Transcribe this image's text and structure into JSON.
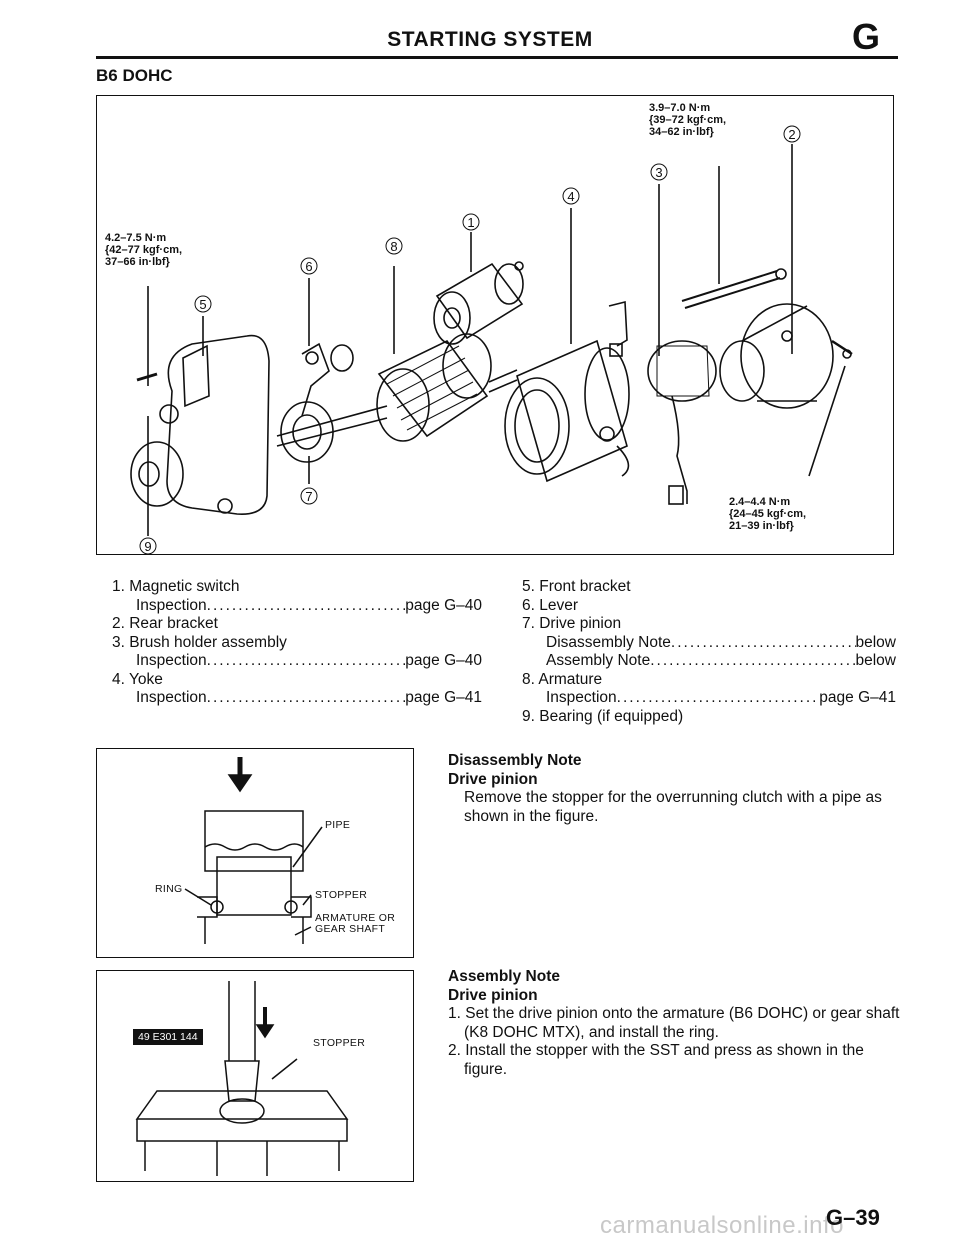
{
  "header": {
    "title": "STARTING SYSTEM",
    "section_letter": "G"
  },
  "section_label": "B6 DOHC",
  "figure": {
    "torques": [
      "3.9–7.0 N·m\n{39–72 kgf·cm,\n34–62 in·lbf}",
      "4.2–7.5 N·m\n{42–77 kgf·cm,\n37–66 in·lbf}",
      "2.4–4.4 N·m\n{24–45 kgf·cm,\n21–39 in·lbf}"
    ],
    "callouts": [
      "1",
      "2",
      "3",
      "4",
      "5",
      "6",
      "7",
      "8",
      "9"
    ]
  },
  "parts_left": [
    {
      "label": "1. Magnetic switch"
    },
    {
      "sub": "Inspection",
      "ref": "page G–40"
    },
    {
      "label": "2. Rear bracket"
    },
    {
      "label": "3. Brush holder assembly"
    },
    {
      "sub": "Inspection",
      "ref": "page G–40"
    },
    {
      "label": "4. Yoke"
    },
    {
      "sub": "Inspection",
      "ref": "page G–41"
    }
  ],
  "parts_right": [
    {
      "label": "5. Front bracket"
    },
    {
      "label": "6. Lever"
    },
    {
      "label": "7. Drive pinion"
    },
    {
      "sub": "Disassembly Note",
      "ref": "below"
    },
    {
      "sub": "Assembly Note",
      "ref": "below"
    },
    {
      "label": "8. Armature"
    },
    {
      "sub": "Inspection",
      "ref": "page G–41"
    },
    {
      "label": "9. Bearing (if equipped)"
    }
  ],
  "fig_disassembly": {
    "pipe": "PIPE",
    "ring": "RING",
    "stopper": "STOPPER",
    "shaft": "ARMATURE OR\nGEAR SHAFT"
  },
  "fig_assembly": {
    "sst": "49 E301 144",
    "stopper": "STOPPER"
  },
  "disassembly_note": {
    "title": "Disassembly Note",
    "subtitle": "Drive pinion",
    "body": "Remove the stopper for the overrunning clutch with a pipe as shown in the figure."
  },
  "assembly_note": {
    "title": "Assembly Note",
    "subtitle": "Drive pinion",
    "steps": [
      "1. Set the drive pinion onto the armature (B6 DOHC) or gear shaft (K8 DOHC MTX), and install the ring.",
      "2. Install the stopper with the SST and press as shown in the figure."
    ]
  },
  "page_number": "G–39",
  "watermark": "carmanualsonline.info"
}
